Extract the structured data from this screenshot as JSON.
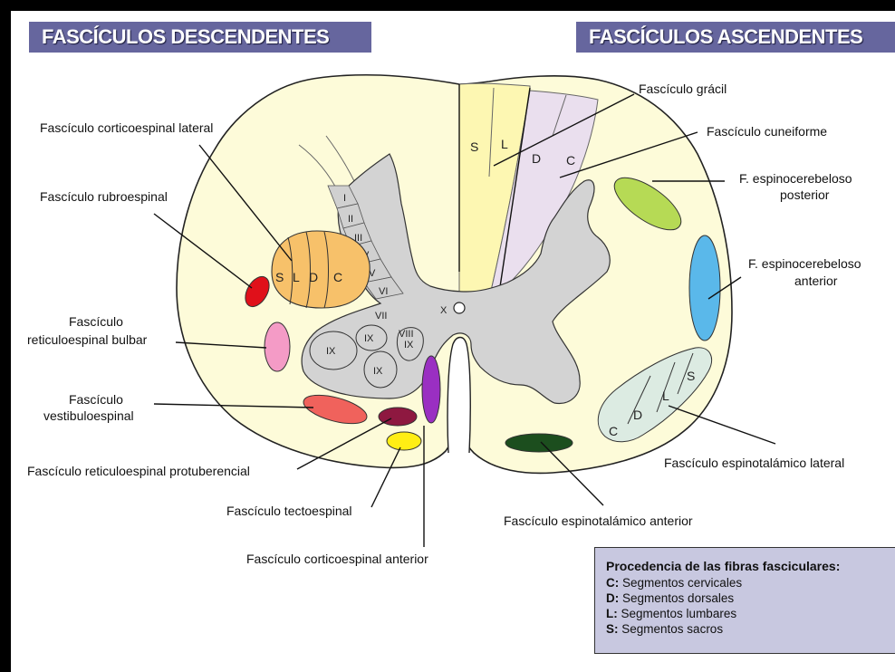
{
  "banners": {
    "left": "FASCÍCULOS DESCENDENTES",
    "right": "FASCÍCULOS ASCENDENTES"
  },
  "labels": {
    "corticoespinal_lateral": "Fascículo corticoespinal lateral",
    "rubroespinal": "Fascículo rubroespinal",
    "reticuloespinal_bulbar_1": "Fascículo",
    "reticuloespinal_bulbar_2": "reticuloespinal bulbar",
    "vestibuloespinal_1": "Fascículo",
    "vestibuloespinal_2": "vestibuloespinal",
    "reticuloespinal_protuberencial": "Fascículo reticuloespinal protuberencial",
    "tectoespinal": "Fascículo tectoespinal",
    "corticoespinal_anterior": "Fascículo corticoespinal anterior",
    "gracil": "Fascículo grácil",
    "cuneiforme": "Fascículo cuneiforme",
    "espinocerebeloso_posterior_1": "F. espinocerebeloso",
    "espinocerebeloso_posterior_2": "posterior",
    "espinocerebeloso_anterior_1": "F. espinocerebeloso",
    "espinocerebeloso_anterior_2": "anterior",
    "espinotalamico_lateral": "Fascículo espinotalámico lateral",
    "espinotalamico_anterior": "Fascículo espinotalámico anterior"
  },
  "segments": {
    "S": "S",
    "L": "L",
    "D": "D",
    "C": "C"
  },
  "laminae": {
    "I": "I",
    "II": "II",
    "III": "III",
    "IV": "IV",
    "V": "V",
    "VI": "VI",
    "VII": "VII",
    "VIII": "VIII",
    "IX": "IX",
    "X": "X"
  },
  "legend": {
    "title": "Procedencia de las fibras fasciculares:",
    "rows": [
      {
        "key": "C:",
        "text": "Segmentos cervicales"
      },
      {
        "key": "D:",
        "text": "Segmentos dorsales"
      },
      {
        "key": "L:",
        "text": "Segmentos lumbares"
      },
      {
        "key": "S:",
        "text": "Segmentos sacros"
      }
    ]
  },
  "colors": {
    "white_matter": "#fdfbd9",
    "gray_matter": "#d3d3d3",
    "corticoespinal_lateral": "#f7c16a",
    "rubroespinal": "#e0101a",
    "reticuloespinal_bulbar": "#f49bc6",
    "vestibuloespinal": "#f0625c",
    "reticuloespinal_protuberencial": "#8e1840",
    "tectoespinal": "#ffee14",
    "corticoespinal_anterior": "#9a2fc2",
    "gracil": "#fdf7b2",
    "cuneiforme": "#eadfee",
    "espinocerebeloso_posterior": "#b6da55",
    "espinocerebeloso_anterior": "#5ab8ea",
    "espinotalamico_lateral": "#dcebe2",
    "espinotalamico_anterior": "#1c4e1e",
    "banner": "#66669e",
    "legend_bg": "#c8c8e0"
  }
}
